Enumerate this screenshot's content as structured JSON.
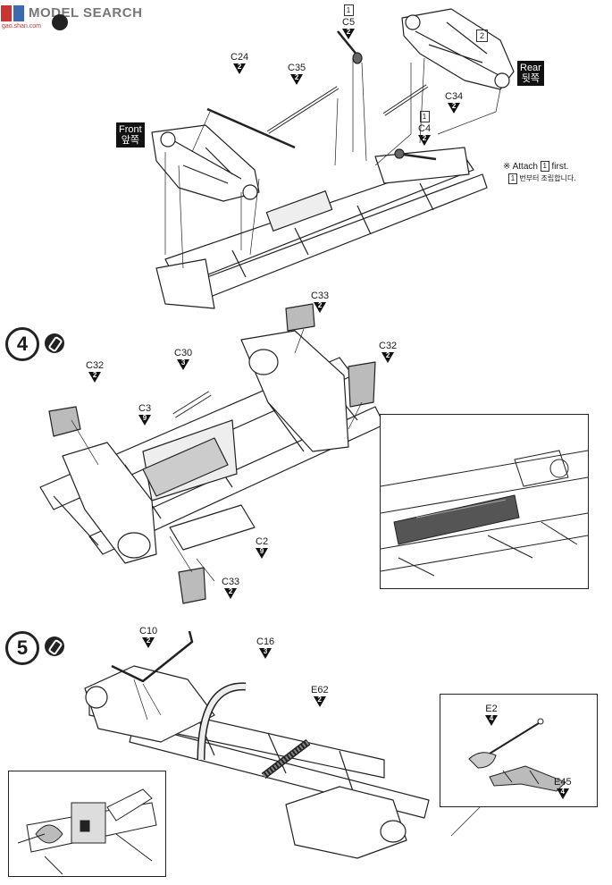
{
  "watermark": {
    "text": "MODEL SEARCH",
    "sub": "gao.shan.com"
  },
  "steps": [
    {
      "number": "4"
    },
    {
      "number": "5"
    }
  ],
  "side_labels": {
    "front": {
      "en": "Front",
      "ko": "앞쪽"
    },
    "rear": {
      "en": "Rear",
      "ko": "뒷쪽"
    }
  },
  "subassembly_marker": "2",
  "note": {
    "prefix": "※ Attach",
    "box": "1",
    "suffix": "first.",
    "ko_box": "1",
    "ko_text": "번부터 조립합니다."
  },
  "parts_top": [
    {
      "id": "C5",
      "qty": "2",
      "marker": "1"
    },
    {
      "id": "C24",
      "qty": "2"
    },
    {
      "id": "C35",
      "qty": "2"
    },
    {
      "id": "C34",
      "qty": "2"
    },
    {
      "id": "C4",
      "qty": "2",
      "marker": "1"
    }
  ],
  "parts_step4": [
    {
      "id": "C33",
      "qty": "2"
    },
    {
      "id": "C32",
      "qty": "2"
    },
    {
      "id": "C30",
      "qty": "3"
    },
    {
      "id": "C32",
      "qty": "2"
    },
    {
      "id": "C3",
      "qty": "9"
    },
    {
      "id": "C2",
      "qty": "9"
    },
    {
      "id": "C33",
      "qty": "2"
    }
  ],
  "parts_step5": [
    {
      "id": "C10",
      "qty": "2"
    },
    {
      "id": "C16",
      "qty": "3"
    },
    {
      "id": "E62",
      "qty": "2"
    },
    {
      "id": "E2",
      "qty": "4"
    },
    {
      "id": "E45",
      "qty": "4"
    }
  ]
}
